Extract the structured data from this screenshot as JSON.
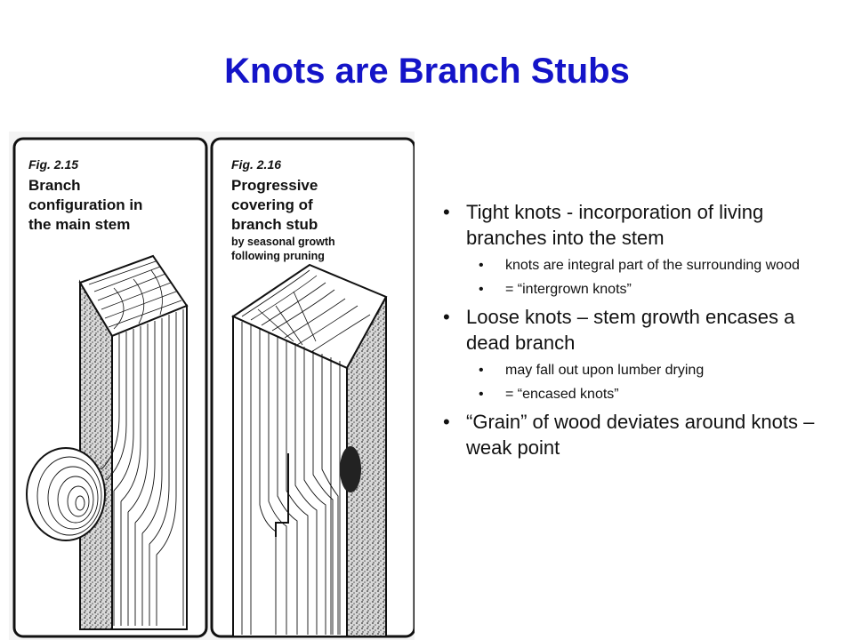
{
  "slide": {
    "title": "Knots are Branch Stubs"
  },
  "figure": {
    "left": {
      "fig_label": "Fig. 2.15",
      "caption_lines": [
        "Branch",
        "configuration in",
        "the main stem"
      ]
    },
    "right": {
      "fig_label": "Fig. 2.16",
      "caption_lines": [
        "Progressive",
        "covering of",
        "branch stub"
      ],
      "subcaption_lines": [
        "by seasonal growth",
        "following pruning"
      ]
    }
  },
  "bullets": [
    {
      "text": "Tight knots - incorporation of living branches into the stem",
      "sub": [
        "knots are integral part of the surrounding wood",
        " = “intergrown knots”"
      ]
    },
    {
      "text": "Loose knots – stem growth encases a dead branch",
      "sub": [
        "may fall out upon lumber drying",
        "= “encased knots”"
      ]
    },
    {
      "text": "“Grain” of wood deviates around knots – weak point",
      "sub": []
    }
  ],
  "colors": {
    "title": "#1414c8",
    "text": "#111111"
  }
}
